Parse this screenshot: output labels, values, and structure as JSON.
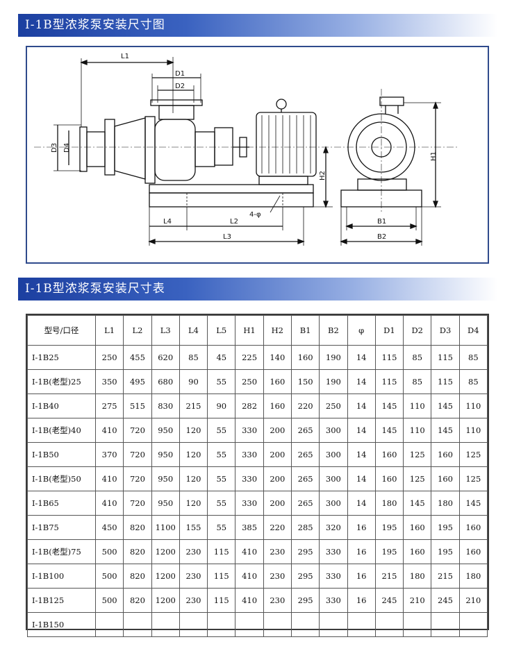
{
  "sections": {
    "drawing_title": "I-1B型浓浆泵安装尺寸图",
    "table_title": "I-1B型浓浆泵安装尺寸表"
  },
  "drawing_labels": {
    "L1": "L1",
    "D1": "D1",
    "D2": "D2",
    "D3": "D3",
    "D4": "D4",
    "H1": "H1",
    "H2": "H2",
    "L2": "L2",
    "L3": "L3",
    "L4": "L4",
    "B1": "B1",
    "B2": "B2",
    "bolts": "4-φ"
  },
  "table": {
    "headers": [
      "型号/口径",
      "L1",
      "L2",
      "L3",
      "L4",
      "L5",
      "H1",
      "H2",
      "B1",
      "B2",
      "φ",
      "D1",
      "D2",
      "D3",
      "D4"
    ],
    "rows": [
      [
        "I-1B25",
        "250",
        "455",
        "620",
        "85",
        "45",
        "225",
        "140",
        "160",
        "190",
        "14",
        "115",
        "85",
        "115",
        "85"
      ],
      [
        "I-1B(老型)25",
        "350",
        "495",
        "680",
        "90",
        "55",
        "250",
        "160",
        "150",
        "190",
        "14",
        "115",
        "85",
        "115",
        "85"
      ],
      [
        "I-1B40",
        "275",
        "515",
        "830",
        "215",
        "90",
        "282",
        "160",
        "220",
        "250",
        "14",
        "145",
        "110",
        "145",
        "110"
      ],
      [
        "I-1B(老型)40",
        "410",
        "720",
        "950",
        "120",
        "55",
        "330",
        "200",
        "265",
        "300",
        "14",
        "145",
        "110",
        "145",
        "110"
      ],
      [
        "I-1B50",
        "370",
        "720",
        "950",
        "120",
        "55",
        "330",
        "200",
        "265",
        "300",
        "14",
        "160",
        "125",
        "160",
        "125"
      ],
      [
        "I-1B(老型)50",
        "410",
        "720",
        "950",
        "120",
        "55",
        "330",
        "200",
        "265",
        "300",
        "14",
        "160",
        "125",
        "160",
        "125"
      ],
      [
        "I-1B65",
        "410",
        "720",
        "950",
        "120",
        "55",
        "330",
        "200",
        "265",
        "300",
        "14",
        "180",
        "145",
        "180",
        "145"
      ],
      [
        "I-1B75",
        "450",
        "820",
        "1100",
        "155",
        "55",
        "385",
        "220",
        "285",
        "320",
        "16",
        "195",
        "160",
        "195",
        "160"
      ],
      [
        "I-1B(老型)75",
        "500",
        "820",
        "1200",
        "230",
        "115",
        "410",
        "230",
        "295",
        "330",
        "16",
        "195",
        "160",
        "195",
        "160"
      ],
      [
        "I-1B100",
        "500",
        "820",
        "1200",
        "230",
        "115",
        "410",
        "230",
        "295",
        "330",
        "16",
        "215",
        "180",
        "215",
        "180"
      ],
      [
        "I-1B125",
        "500",
        "820",
        "1200",
        "230",
        "115",
        "410",
        "230",
        "295",
        "330",
        "16",
        "245",
        "210",
        "245",
        "210"
      ],
      [
        "I-1B150",
        "",
        "",
        "",
        "",
        "",
        "",
        "",
        "",
        "",
        "",
        "",
        "",
        "",
        ""
      ]
    ]
  }
}
